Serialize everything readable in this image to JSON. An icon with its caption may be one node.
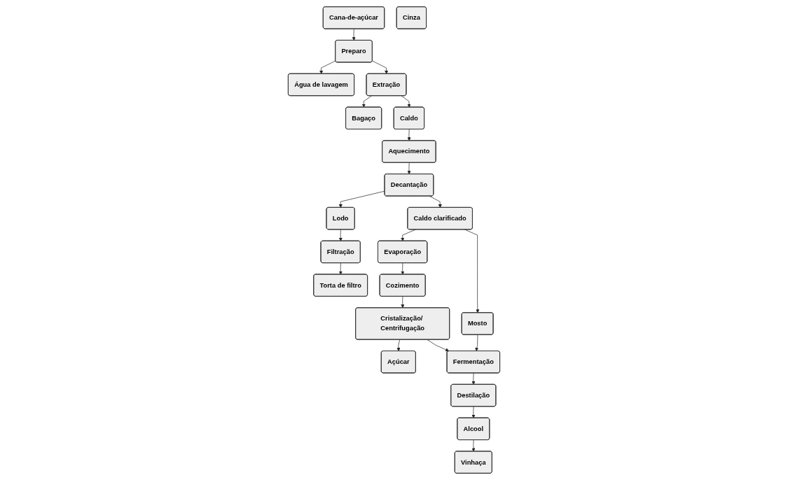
{
  "diagram": {
    "nodes": [
      {
        "text": [
          "Cana-de-açúcar"
        ]
      },
      {
        "text": [
          "Preparo"
        ]
      },
      {
        "text": [
          "Água de lavagem"
        ]
      },
      {
        "text": [
          "Extração"
        ]
      },
      {
        "text": [
          "Bagaço"
        ]
      },
      {
        "text": [
          "Caldo"
        ]
      },
      {
        "text": [
          "Cinza"
        ]
      },
      {
        "text": [
          "Aquecimento"
        ]
      },
      {
        "text": [
          "Decantação"
        ]
      },
      {
        "text": [
          "Lodo"
        ]
      },
      {
        "text": [
          "Filtração"
        ]
      },
      {
        "text": [
          "Caldo clarificado"
        ]
      },
      {
        "text": [
          "Torta de filtro"
        ]
      },
      {
        "text": [
          "Evaporação"
        ]
      },
      {
        "text": [
          "Mosto"
        ]
      },
      {
        "text": [
          "Cozimento"
        ]
      },
      {
        "text": [
          "Fermentação"
        ]
      },
      {
        "text": [
          "Cristalização/ Centrifugação"
        ]
      },
      {
        "text": [
          "Destilação"
        ]
      },
      {
        "text": [
          "Açúcar"
        ]
      },
      {
        "text": [
          "Alcool"
        ]
      },
      {
        "text": [
          "Vinhaça"
        ]
      }
    ],
    "edges": [
      {
        "from": 0,
        "to": 1,
        "arrow": "to"
      },
      {
        "from": 1,
        "to": 2,
        "arrow": "to"
      },
      {
        "from": 1,
        "to": 3,
        "arrow": "to"
      },
      {
        "from": 3,
        "to": 4,
        "arrow": "to"
      },
      {
        "from": 3,
        "to": 5,
        "arrow": "to"
      },
      {
        "from": 5,
        "to": 7,
        "arrow": "to"
      },
      {
        "from": 7,
        "to": 8,
        "arrow": "to"
      },
      {
        "from": 8,
        "to": 9,
        "arrow": "to"
      },
      {
        "from": 9,
        "to": 10,
        "arrow": "to"
      },
      {
        "from": 10,
        "to": 12,
        "arrow": "to"
      },
      {
        "from": 8,
        "to": 11,
        "arrow": "to"
      },
      {
        "from": 11,
        "to": 13,
        "arrow": "to"
      },
      {
        "from": 11,
        "to": 14,
        "arrow": "to"
      },
      {
        "from": 13,
        "to": 15,
        "arrow": "to"
      },
      {
        "from": 15,
        "to": 17,
        "arrow": "to"
      },
      {
        "from": 17,
        "to": 19,
        "arrow": "to"
      },
      {
        "from": 17,
        "to": 16,
        "arrow": "to"
      },
      {
        "from": 14,
        "to": 16,
        "arrow": "to"
      },
      {
        "from": 16,
        "to": 18,
        "arrow": "to"
      },
      {
        "from": 18,
        "to": 20,
        "arrow": "to"
      },
      {
        "from": 20,
        "to": 21,
        "arrow": "to"
      }
    ]
  }
}
